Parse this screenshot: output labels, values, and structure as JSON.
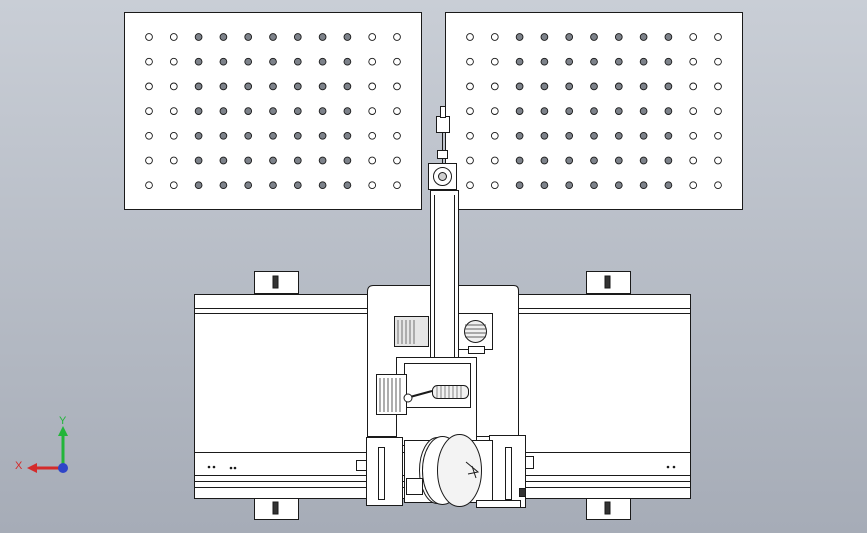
{
  "view": {
    "background_top": "#c9ced6",
    "background_bottom": "#a6acb7"
  },
  "components": {
    "left_panel": {
      "rows": 7,
      "cols": 11,
      "hole_fill": "#7d828a"
    },
    "right_panel": {
      "rows": 7,
      "cols": 11,
      "hole_fill": "#7d828a"
    },
    "rail_color": "#ffffff",
    "outline_color": "#1a1a1a"
  },
  "triad": {
    "x_label": "X",
    "y_label": "Y",
    "x_color": "#d42a2a",
    "y_color": "#22b53a",
    "z_color": "#2f45c8"
  }
}
